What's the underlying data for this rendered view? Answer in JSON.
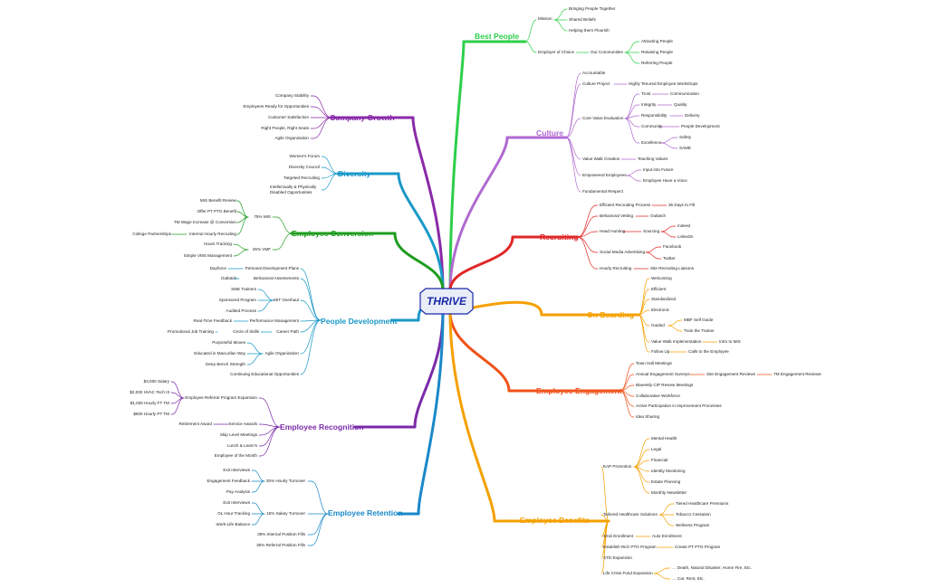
{
  "root": {
    "label": "THRIVE"
  },
  "colors": {
    "best": "#2ccf4b",
    "culture": "#b06ad0",
    "recruiting": "#e02727",
    "onboarding": "#f5a000",
    "engagement": "#f0521a",
    "benefits": "#f5a000",
    "company": "#8a2aa8",
    "diversity": "#1a98c8",
    "conversion": "#1e9c1e",
    "people": "#1a98c8",
    "recognition": "#7a2aa8",
    "retention": "#1a88c8"
  },
  "branches": {
    "best_people": {
      "label": "Best People",
      "mission": "Mission",
      "bringing": "Bringing People Together",
      "shared": "Shared Beliefs",
      "helping": "Helping them Flourish",
      "employer": "Employer of Choice",
      "communities": "Our Communities",
      "attracting": "Attracting People",
      "retaining": "Retaining People",
      "referring": "Referring People"
    },
    "culture": {
      "label": "Culture",
      "accountable": "Accountable",
      "culture_project": "Culture Project",
      "tenured": "Highly Tenured Employee Workshops",
      "core": "Core Value Evaluation",
      "trust": "Trust",
      "communication": "Communication",
      "integrity": "Integrity",
      "quality": "Quality",
      "responsibility": "Responsibility",
      "delivery": "Delivery",
      "community": "Community",
      "people_dev": "People Development",
      "excellence": "Excellence",
      "safety": "Safety",
      "same": "SAME",
      "value_walk": "Value Walk Creation",
      "teaching": "Teaching Values",
      "empowered": "Empowered Employees",
      "input": "Input into Future",
      "voice": "Employee Have a Voice",
      "fundamental": "Fundamental Respect"
    },
    "recruiting": {
      "label": "Recruiting",
      "efficient": "Efficient Recruiting Process",
      "days": "35 Days to Fill",
      "behavioral": "Behavioral Vetting",
      "outlatch": "Outlatch",
      "head": "Head Hunting",
      "sourcing": "Sourcing",
      "indeed": "Indeed",
      "linkedin": "LinkedIn",
      "social": "Social Media Advertising",
      "facebook": "Facebook",
      "twitter": "Twitter",
      "hourly": "Hourly Recruiting",
      "site": "Site Recruiting Liaisons"
    },
    "onboarding": {
      "label": "On Boarding",
      "welcoming": "Welcoming",
      "efficient": "Efficient",
      "standardized": "Standardized",
      "electronic": "Electronic",
      "guided": "Guided",
      "mbf": "MBF Self Guide",
      "trainer": "Train the Trainer",
      "vwi": "Value Walk Implementation",
      "intro": "Intro to MIS",
      "follow": "Follow Up",
      "calls": "Calls to the Employee"
    },
    "engagement": {
      "label": "Employee Engagement",
      "town": "Town Hall Meetings",
      "annual": "Annual Engagement Surveys",
      "site_rev": "Site Engagement Reviews",
      "tm_rev": "TM Engagement Reviews",
      "biweekly": "Biweekly CIP Review Meetings",
      "collab": "Collaborative Workforce",
      "active": "Active Participation in Improvement Processes",
      "idea": "Idea Sharing"
    },
    "benefits": {
      "label": "Employee Benefits",
      "eap": "EAP Promotion",
      "mental": "Mental Health",
      "legal": "Legal",
      "financial": "Financial",
      "identity": "Identity Monitoring",
      "estate": "Estate Planning",
      "newsletter": "Monthly Newsletter",
      "tailored": "Tailored Healthcare Solutions",
      "tiered": "Tiered Healthcare Premiums",
      "tobacco": "Tobacco Cessation",
      "wellness": "Wellness Program",
      "k401": "401k Enrollment",
      "auto": "Auto Enrollment",
      "rich": "Establish Rich PTO Program",
      "create_pt": "Create PT PTO Program",
      "std": "STD Expansion",
      "crisis": "Life Crisis Fund Expansion",
      "death": "… Death, Natural Disaster, Home Fire, Etc.",
      "car": "… Car, Rent, Etc."
    },
    "company_growth": {
      "label": "Company Growth",
      "stability": "Company Stability",
      "ready": "Employees Ready for Opportunities",
      "satisfaction": "Customer Satisfaction",
      "seats": "Right People, Right Seats",
      "agile": "Agile Organization"
    },
    "diversity": {
      "label": "Diversity",
      "forum": "Women's Forum",
      "council": "Diversity Council",
      "targeted": "Targeted Recruiting",
      "intellectually": "Intellectually & Physically",
      "disabled": "Disabled Opportunities"
    },
    "conversion": {
      "label": "Employee Conversion",
      "p75": "75% MIS",
      "mis_review": "MIS Benefit Review",
      "offer": "Offer PT PTO Benefit",
      "wage": "TM Wage Increase @ Conversion",
      "internal": "Internal Hourly Recruiting",
      "partnerships": "College Partnerships",
      "p25": "25% VMF",
      "tracking": "Hours Tracking",
      "simple": "Simple VMS Management"
    },
    "people_dev": {
      "label": "People Development",
      "dayforce": "Dayforce",
      "pdp": "Personal Development Plans",
      "outlatch": "Outlatch",
      "assess": "Behavioral Assessments",
      "sme": "SME Trainers",
      "sponsored": "Sponsored Program",
      "audited": "Audited Process",
      "mit": "MIT Overhaul",
      "realtime": "Real-Time Feedback",
      "perf": "Performance Management",
      "promo": "Promotional Job Training",
      "circle": "Circle of Skills",
      "career": "Career Path",
      "purposeful": "Purposeful Moves",
      "maccallan": "Educated in MacLellan Way",
      "bench": "Deep Bench Strength",
      "agile": "Agile Organization",
      "continuing": "Continuing Educational Opportunities"
    },
    "recognition": {
      "label": "Employee Recognition",
      "s1": "$3,000 Salary",
      "s2": "$2,000 HVAC Tech III",
      "s3": "$1,000 Hourly FT TM",
      "s4": "$600 Hourly PT TM",
      "referral": "Employee Referral Program Expansion",
      "retire": "Retirement Award",
      "service": "Service Awards",
      "skip": "Skip Level Meetings",
      "lunch": "Lunch & Learn's",
      "month": "Employee of the Month"
    },
    "retention": {
      "label": "Employee Retention",
      "exit1": "Exit Interviews",
      "feedback": "Engagement Feedback",
      "pay": "Pay Analysis",
      "hourly": "25% Hourly Turnover",
      "exit2": "Exit Interviews",
      "ot": "OL Hour Tracking",
      "balance": "Work-Life Balance",
      "salary": "15% Salary Turnover",
      "internal": "35% Internal Position Fills",
      "referral": "35% Referral Position Fills"
    }
  }
}
